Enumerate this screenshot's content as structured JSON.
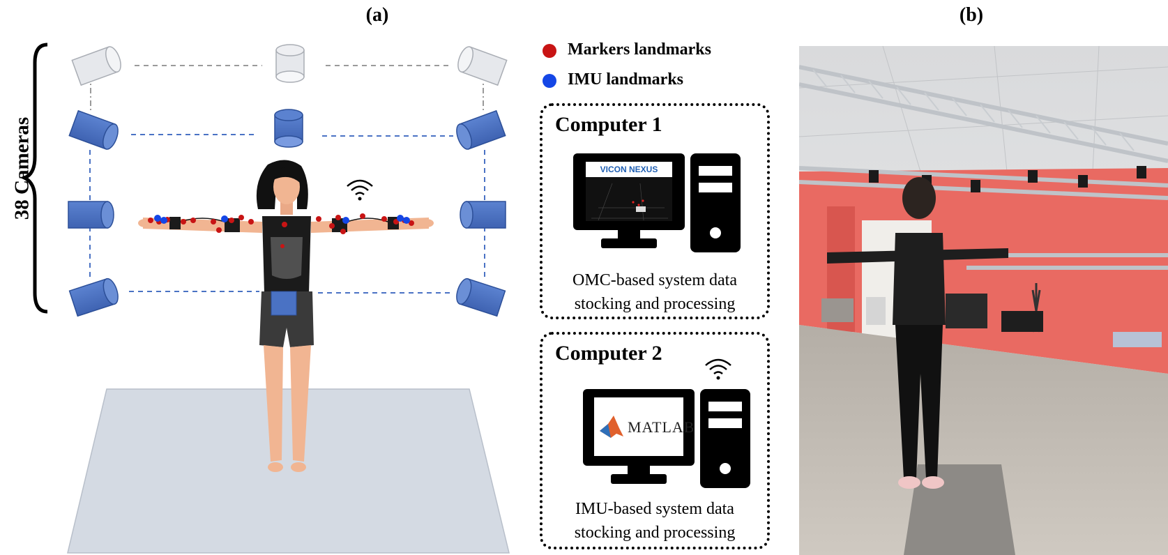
{
  "panels": {
    "a_label": "(a)",
    "b_label": "(b)"
  },
  "cameras": {
    "label": "38 Cameras"
  },
  "legend": {
    "markers": {
      "label": "Markers landmarks",
      "color": "#c81414"
    },
    "imu": {
      "label": "IMU landmarks",
      "color": "#1446e6"
    }
  },
  "computer1": {
    "title": "Computer 1",
    "screen_label": "VICON NEXUS",
    "description_line1": "OMC-based system data",
    "description_line2": "stocking and processing"
  },
  "computer2": {
    "title": "Computer 2",
    "screen_label": "MATLAB",
    "description_line1": "IMU-based system data",
    "description_line2": "stocking and processing"
  },
  "colors": {
    "camera_blue": "#4a72c4",
    "camera_gray": "#e6e8ec",
    "floor": "#d4dae3",
    "skin": "#f1b592",
    "wall_red": "#e96a62"
  }
}
